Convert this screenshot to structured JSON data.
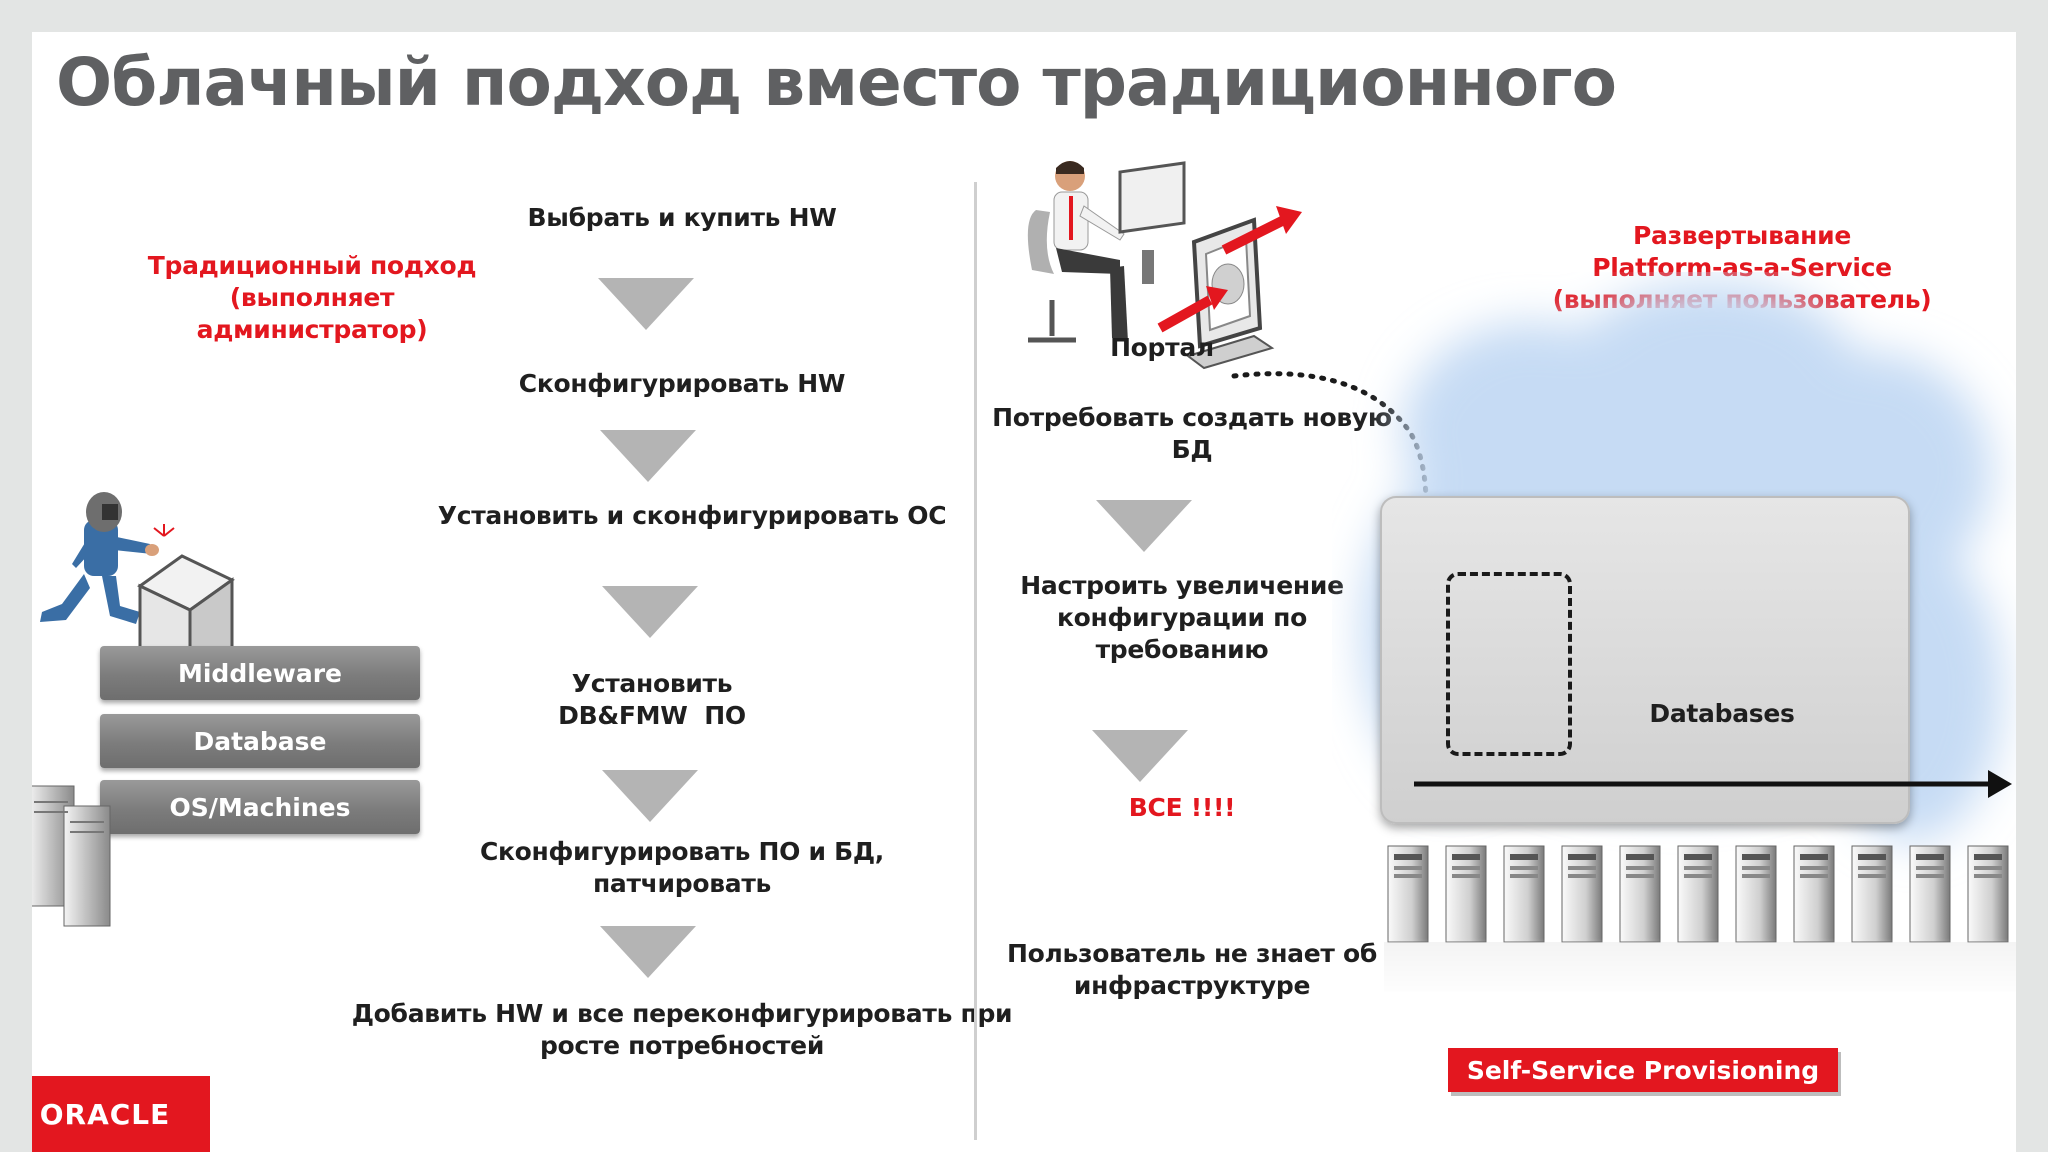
{
  "title": "Облачный подход вместо традиционного",
  "left": {
    "heading_line1": "Традиционный подход",
    "heading_line2": "(выполняет администратор)",
    "steps": [
      "Выбрать и купить HW",
      "Сконфигурировать HW",
      "Установить и сконфигурировать ОС",
      "Установить",
      "DB&FMW  ПО",
      "Сконфигурировать ПО и БД,",
      "патчировать",
      "Добавить HW и все переконфигурировать при",
      "росте потребностей"
    ],
    "stack": [
      "Middleware",
      "Database",
      "OS/Machines"
    ]
  },
  "right": {
    "heading_line1": "Развертывание",
    "heading_line2": "Platform-as-a-Service",
    "heading_line3": "(выполняет пользователь)",
    "portal": "Портал",
    "steps": [
      "Потребовать создать новую",
      "БД",
      "Настроить увеличение",
      "конфигурации по",
      "требованию",
      "ВСЕ !!!!",
      "Пользователь не знает об",
      "инфраструктуре"
    ],
    "databases": "Databases",
    "self_service": "Self-Service Provisioning"
  },
  "logo": "ORACLE",
  "colors": {
    "accent_red": "#e3171f",
    "title_gray": "#5f6062",
    "arrow_gray": "#b4b4b4"
  }
}
